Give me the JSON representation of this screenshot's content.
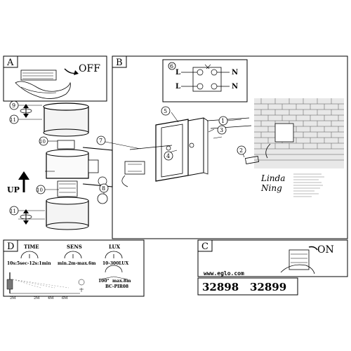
{
  "panels": {
    "a": {
      "letter": "A",
      "switch_text": "OFF"
    },
    "b": {
      "letter": "B"
    },
    "c": {
      "letter": "C",
      "switch_text": "ON"
    },
    "d": {
      "letter": "D",
      "headers": [
        "TIME",
        "SENS",
        "LUX"
      ],
      "time_text": "10s:5sec-12s:1min",
      "sens_text": "min.2m-max.6m",
      "lux_text": "10-300LUX",
      "angle_text": "100°",
      "range_text": "max.8m",
      "sensor_text": "BC-PIR08",
      "distances": [
        "2M",
        "4M",
        "6M"
      ],
      "height_text": "2M"
    }
  },
  "wiring": {
    "step": "6",
    "terminals": [
      "L",
      "N",
      "L",
      "N"
    ]
  },
  "callouts": [
    "1",
    "2",
    "3",
    "4",
    "5",
    "7",
    "8",
    "9",
    "10",
    "10",
    "11",
    "11"
  ],
  "up_label": "UP",
  "signature": {
    "name_line1": "Linda",
    "name_line2": "Ning"
  },
  "website": "www.eglo.com",
  "article_numbers": [
    "32898",
    "32899"
  ]
}
